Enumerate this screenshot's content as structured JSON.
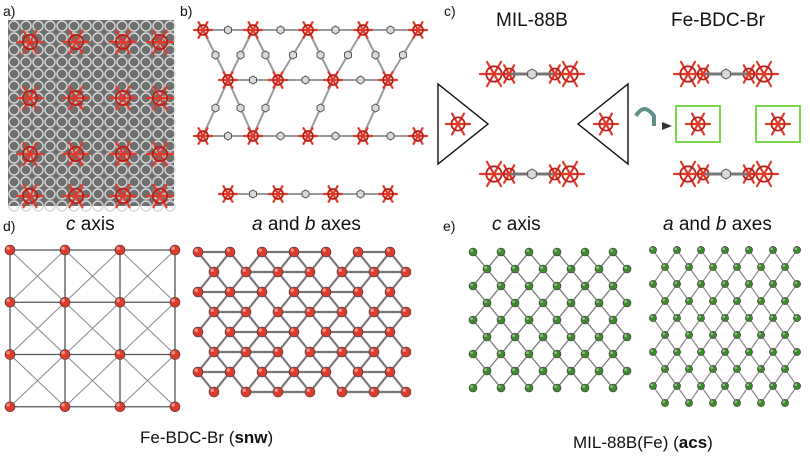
{
  "panels": {
    "a": {
      "letter": "a)"
    },
    "b": {
      "letter": "b)"
    },
    "c": {
      "letter": "c)",
      "left_title": "MIL-88B",
      "right_title": "Fe-BDC-Br"
    },
    "d": {
      "letter": "d)",
      "left_axis_letter": "c",
      "left_axis_word": "axis",
      "right_axis_a": "a",
      "right_axis_and": "and",
      "right_axis_b": "b",
      "right_axis_word": "axes",
      "caption_prefix": "Fe-BDC-Br (",
      "caption_bold": "snw",
      "caption_suffix": ")"
    },
    "e": {
      "letter": "e)",
      "left_axis_letter": "c",
      "left_axis_word": "axis",
      "right_axis_a": "a",
      "right_axis_and": "and",
      "right_axis_b": "b",
      "right_axis_word": "axes",
      "caption_prefix": "MIL-88B(Fe) (",
      "caption_bold": "acs",
      "caption_suffix": ")"
    }
  },
  "colors": {
    "iron_node": "#e03a2a",
    "iron_node_dark": "#b8221a",
    "green_node": "#3f8a2f",
    "linker": "#9a9a9a",
    "highlight_box": "#7cd64a",
    "arrow": "#5f8f86"
  },
  "icons": {
    "rotate": "curved-arrow-icon"
  }
}
